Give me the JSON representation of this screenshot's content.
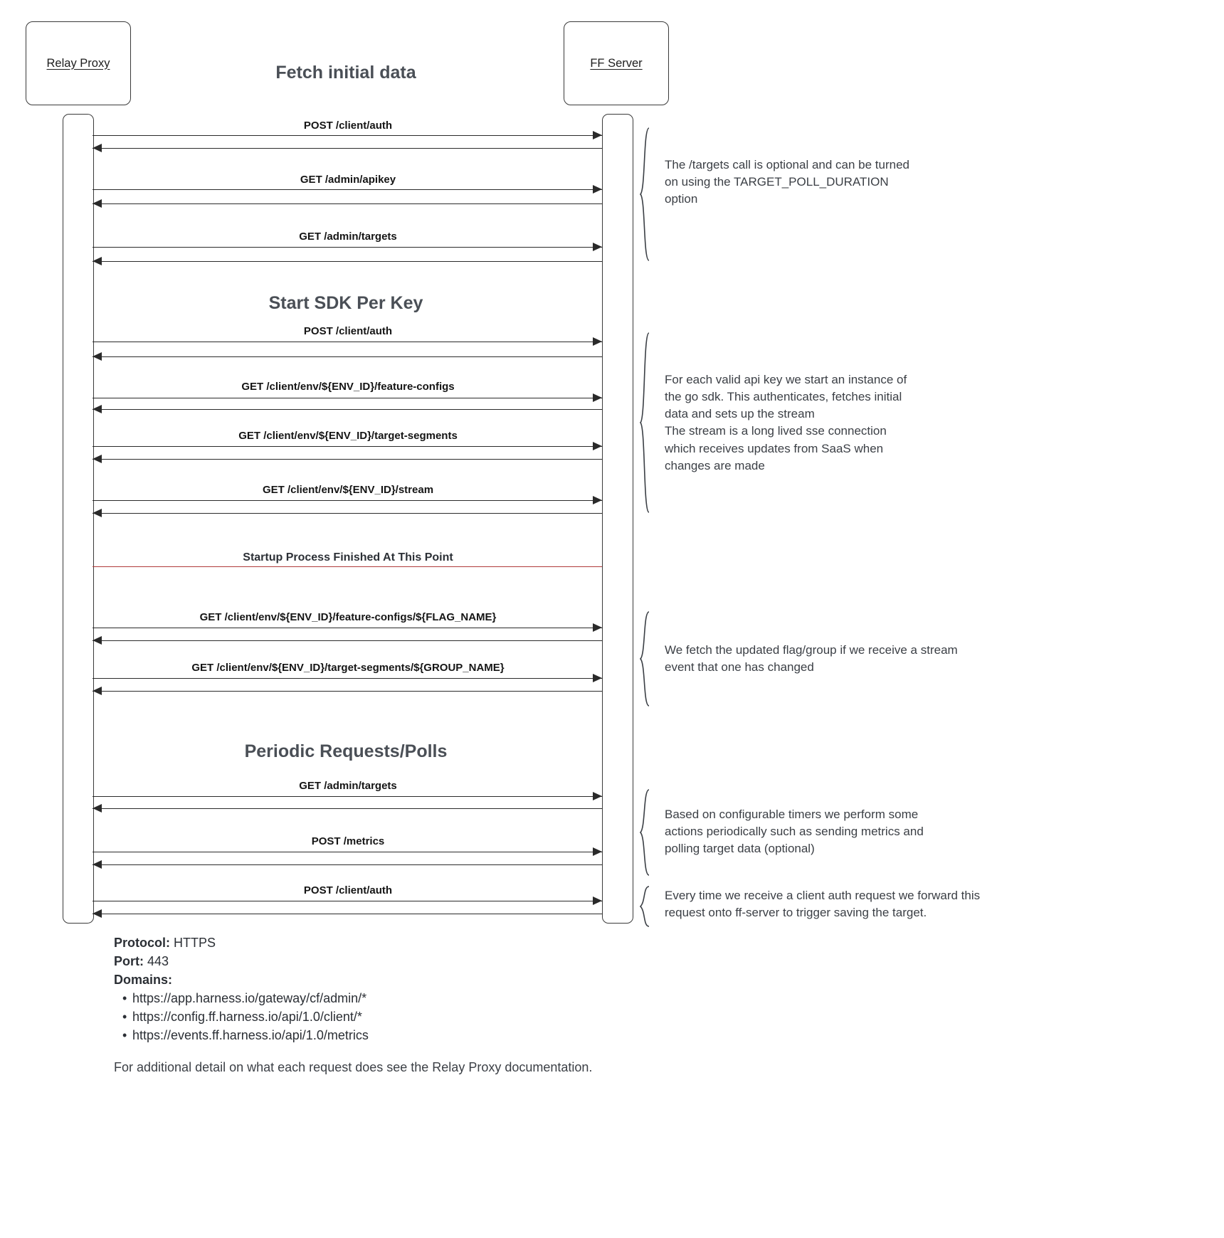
{
  "diagram": {
    "type": "uml-sequence-diagram",
    "actors": [
      {
        "id": "relay-proxy",
        "label": "Relay Proxy"
      },
      {
        "id": "ff-server",
        "label": "FF Server"
      }
    ],
    "sections": [
      {
        "id": "fetch-initial-data",
        "title": "Fetch initial data"
      },
      {
        "id": "start-sdk-per-key",
        "title": "Start SDK Per Key"
      },
      {
        "id": "periodic-requests",
        "title": "Periodic Requests/Polls"
      }
    ],
    "divider": {
      "label": "Startup Process Finished At This Point",
      "color": "#b03a3a"
    },
    "messages": [
      {
        "id": "m1",
        "label": "POST /client/auth",
        "from": "relay-proxy",
        "to": "ff-server"
      },
      {
        "id": "m2",
        "label": "GET /admin/apikey",
        "from": "relay-proxy",
        "to": "ff-server"
      },
      {
        "id": "m3",
        "label": "GET /admin/targets",
        "from": "relay-proxy",
        "to": "ff-server"
      },
      {
        "id": "m4",
        "label": "POST /client/auth",
        "from": "relay-proxy",
        "to": "ff-server"
      },
      {
        "id": "m5",
        "label": "GET /client/env/${ENV_ID}/feature-configs",
        "from": "relay-proxy",
        "to": "ff-server"
      },
      {
        "id": "m6",
        "label": "GET /client/env/${ENV_ID}/target-segments",
        "from": "relay-proxy",
        "to": "ff-server"
      },
      {
        "id": "m7",
        "label": "GET /client/env/${ENV_ID}/stream",
        "from": "relay-proxy",
        "to": "ff-server"
      },
      {
        "id": "m8",
        "label": "GET /client/env/${ENV_ID}/feature-configs/${FLAG_NAME}",
        "from": "relay-proxy",
        "to": "ff-server"
      },
      {
        "id": "m9",
        "label": "GET /client/env/${ENV_ID}/target-segments/${GROUP_NAME}",
        "from": "relay-proxy",
        "to": "ff-server"
      },
      {
        "id": "m10",
        "label": "GET /admin/targets",
        "from": "relay-proxy",
        "to": "ff-server"
      },
      {
        "id": "m11",
        "label": "POST /metrics",
        "from": "relay-proxy",
        "to": "ff-server"
      },
      {
        "id": "m12",
        "label": "POST /client/auth",
        "from": "relay-proxy",
        "to": "ff-server"
      }
    ],
    "notes": [
      {
        "id": "note-targets-optional",
        "text": "The /targets call is optional and can be turned\non using the TARGET_POLL_DURATION\noption"
      },
      {
        "id": "note-sdk-instance",
        "text": "For each valid api key we start an instance of\nthe go sdk. This authenticates, fetches initial\ndata and sets up the stream\nThe stream is a long lived sse connection\nwhich receives updates from SaaS when\nchanges are made"
      },
      {
        "id": "note-stream-update",
        "text": "We fetch the updated flag/group if we receive a stream\nevent that one has changed"
      },
      {
        "id": "note-periodic-timers",
        "text": "Based on configurable timers we perform some\nactions periodically such as sending metrics and\npolling target data (optional)"
      },
      {
        "id": "note-client-auth-fwd",
        "text": "Every time we receive a client auth request we forward this\nrequest onto ff-server to trigger saving the target."
      }
    ]
  },
  "footer": {
    "protocol_key": "Protocol:",
    "protocol_value": "HTTPS",
    "port_key": "Port:",
    "port_value": "443",
    "domains_key": "Domains:",
    "domains": [
      "https://app.harness.io/gateway/cf/admin/*",
      "https://config.ff.harness.io/api/1.0/client/*",
      "https://events.ff.harness.io/api/1.0/metrics"
    ],
    "additional_detail": "For additional detail on what each request does see the Relay Proxy documentation."
  }
}
